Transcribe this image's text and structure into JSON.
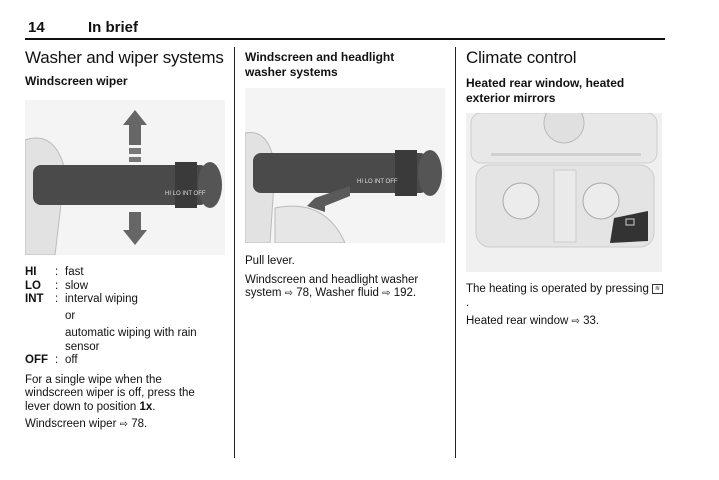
{
  "header": {
    "page_number": "14",
    "section": "In brief"
  },
  "col1": {
    "title": "Washer and wiper systems",
    "subtitle": "Windscreen wiper",
    "positions": [
      {
        "key": "HI",
        "sep": ":",
        "desc": "fast"
      },
      {
        "key": "LO",
        "sep": ":",
        "desc": "slow"
      },
      {
        "key": "INT",
        "sep": ":",
        "desc": "interval wiping"
      },
      {
        "key": "",
        "sep": "",
        "desc": "or"
      },
      {
        "key": "",
        "sep": "",
        "desc": "automatic wiping with rain sensor"
      },
      {
        "key": "OFF",
        "sep": ":",
        "desc": "off"
      }
    ],
    "single_wipe_text": "For a single wipe when the windscreen wiper is off, press the lever down to position",
    "single_wipe_pos": "1x",
    "ref_text": "Windscreen wiper",
    "ref_page": "78."
  },
  "col2": {
    "subtitle": "Windscreen and headlight washer systems",
    "instruction": "Pull lever.",
    "ref1_text": "Windscreen and headlight washer system",
    "ref1_page": "78,",
    "ref2_text": "Washer fluid",
    "ref2_page": "192."
  },
  "col3": {
    "title": "Climate control",
    "subtitle": "Heated rear window, heated exterior mirrors",
    "body": "The heating is operated by pressing",
    "ref_text": "Heated rear window",
    "ref_page": "33."
  }
}
